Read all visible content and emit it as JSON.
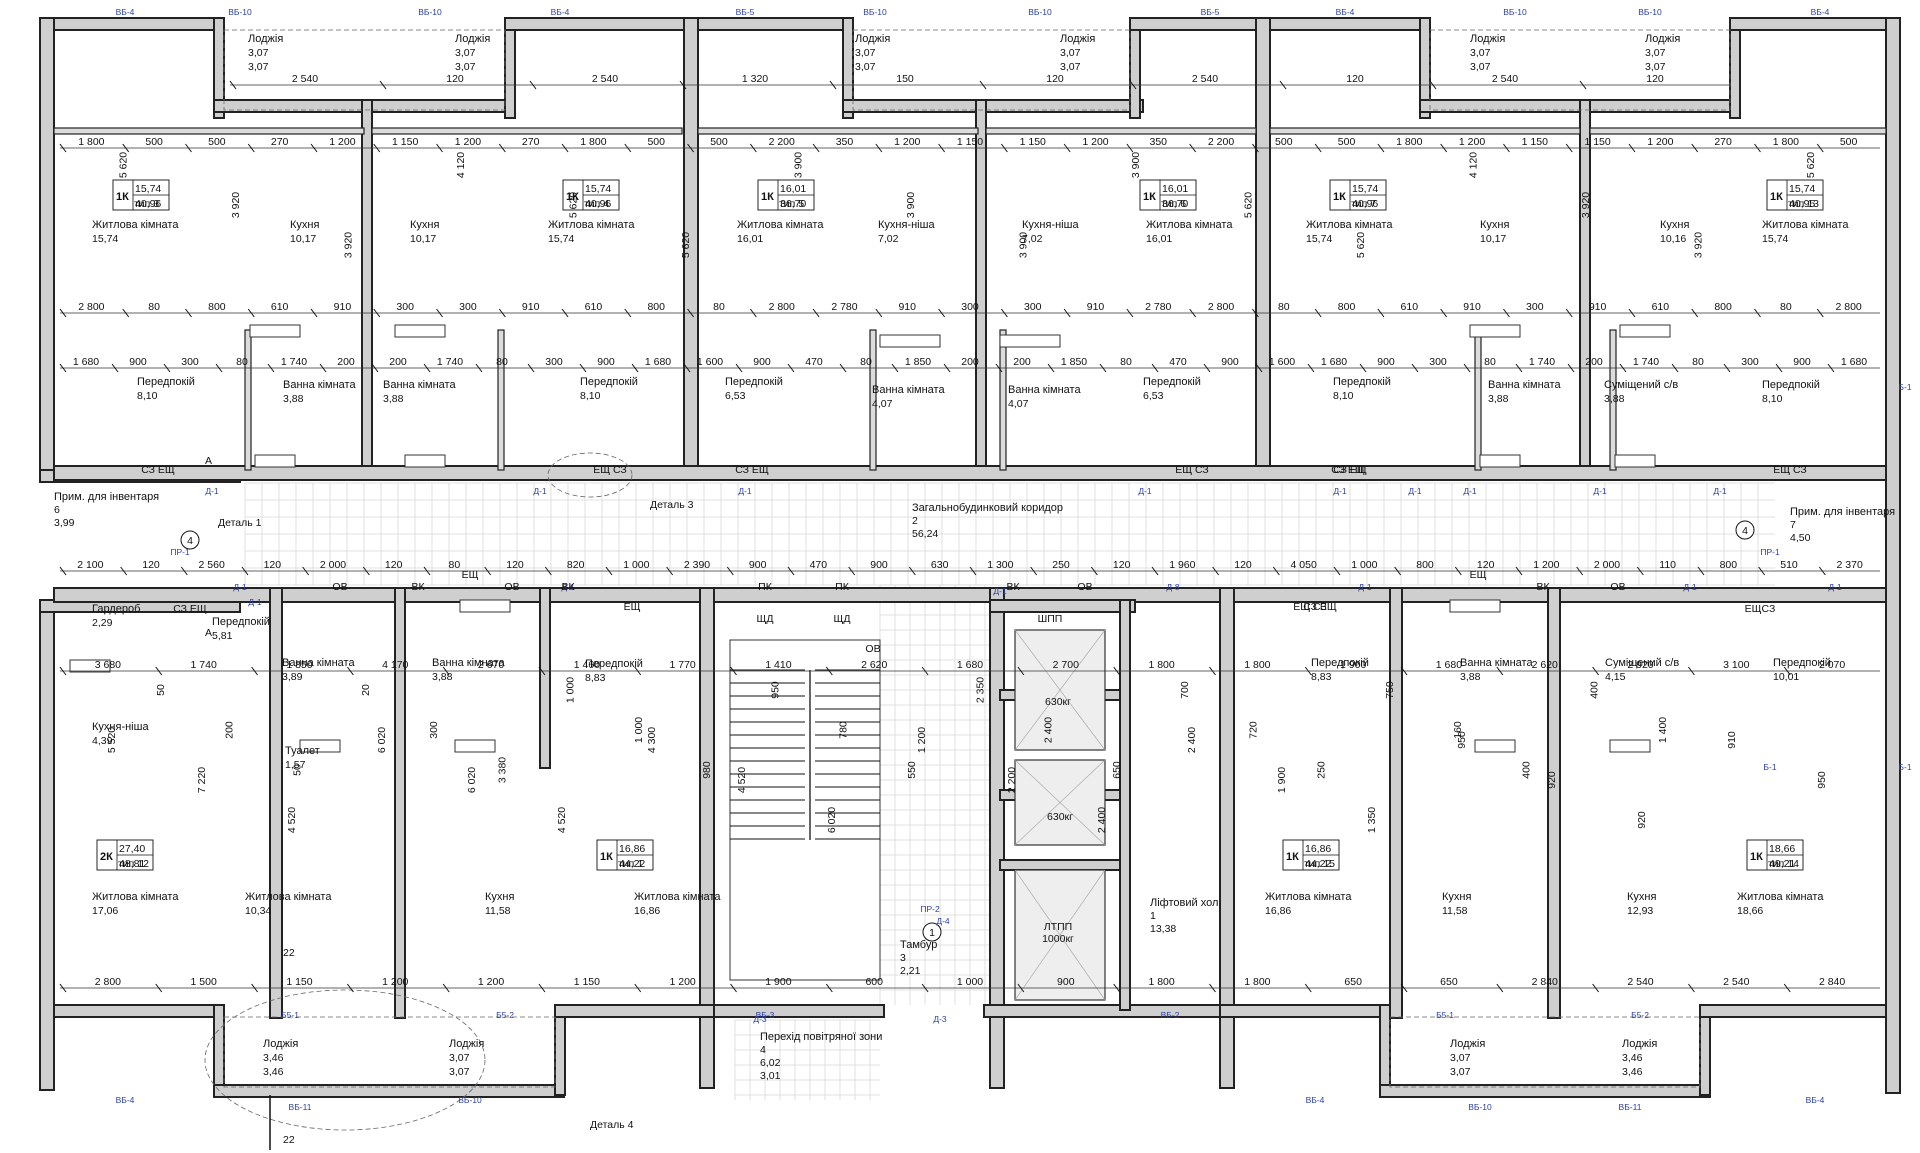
{
  "beams_top": [
    {
      "id": "bb-t1",
      "text": "ВБ-4"
    },
    {
      "id": "bb-t2",
      "text": "ВБ-10"
    },
    {
      "id": "bb-t3",
      "text": "ВБ-10"
    },
    {
      "id": "bb-t4",
      "text": "ВБ-4"
    },
    {
      "id": "bb-t5",
      "text": "ВБ-5"
    },
    {
      "id": "bb-t6",
      "text": "ВБ-10"
    },
    {
      "id": "bb-t7",
      "text": "ВБ-10"
    },
    {
      "id": "bb-t8",
      "text": "ВБ-5"
    },
    {
      "id": "bb-t9",
      "text": "ВБ-4"
    },
    {
      "id": "bb-t10",
      "text": "ВБ-10"
    },
    {
      "id": "bb-t11",
      "text": "ВБ-10"
    },
    {
      "id": "bb-t12",
      "text": "ВБ-4"
    }
  ],
  "beams_bottom": [
    {
      "id": "bb-b1",
      "text": "ВБ-4"
    },
    {
      "id": "bb-b2",
      "text": "ВБ-11"
    },
    {
      "id": "bb-b3",
      "text": "ВБ-10"
    },
    {
      "id": "bb-b4",
      "text": "ВБ-4"
    },
    {
      "id": "bb-b5",
      "text": "ВБ-10"
    },
    {
      "id": "bb-b6",
      "text": "ВБ-11"
    },
    {
      "id": "bb-b7",
      "text": "ВБ-4"
    },
    {
      "id": "bb-b8",
      "text": "ВБ-2"
    },
    {
      "id": "bb-b9",
      "text": "ВБ-3"
    },
    {
      "id": "bb-b10",
      "text": "Б5-1"
    },
    {
      "id": "bb-b11",
      "text": "Б5-2"
    },
    {
      "id": "bb-b12",
      "text": "Б5-1"
    },
    {
      "id": "bb-b13",
      "text": "Б5-2"
    }
  ],
  "apartments": [
    {
      "rooms": "1К",
      "living": "15,74",
      "type": "тип 3",
      "total": "40,96"
    },
    {
      "rooms": "1К",
      "living": "15,74",
      "type": "тип 4",
      "total": "40,96"
    },
    {
      "rooms": "1К",
      "living": "16,01",
      "type": "тип 5",
      "total": "36,70"
    },
    {
      "rooms": "1К",
      "living": "16,01",
      "type": "тип 6",
      "total": "36,70"
    },
    {
      "rooms": "1К",
      "living": "15,74",
      "type": "тип 7",
      "total": "40,96"
    },
    {
      "rooms": "1К",
      "living": "15,74",
      "type": "тип 13",
      "total": "40,95"
    },
    {
      "rooms": "2К",
      "living": "27,40",
      "type": "тип 12",
      "total": "48,81"
    },
    {
      "rooms": "1К",
      "living": "16,86",
      "type": "тип 1",
      "total": "44,22"
    },
    {
      "rooms": "1К",
      "living": "16,86",
      "type": "тип 15",
      "total": "44,22"
    },
    {
      "rooms": "1К",
      "living": "18,66",
      "type": "тип 14",
      "total": "49,21"
    }
  ],
  "rooms": [
    {
      "id": "r1",
      "name": "Лоджія",
      "area": "3,07",
      "area2": "3,07"
    },
    {
      "id": "r2",
      "name": "Лоджія",
      "area": "3,07",
      "area2": "3,07"
    },
    {
      "id": "r3",
      "name": "Лоджія",
      "area": "3,07",
      "area2": "3,07"
    },
    {
      "id": "r4",
      "name": "Лоджія",
      "area": "3,07",
      "area2": "3,07"
    },
    {
      "id": "r5",
      "name": "Лоджія",
      "area": "3,07",
      "area2": "3,07"
    },
    {
      "id": "r6",
      "name": "Лоджія",
      "area": "3,07",
      "area2": "3,07"
    },
    {
      "id": "r7",
      "name": "Житлова кімната",
      "area": "15,74"
    },
    {
      "id": "r8",
      "name": "Кухня",
      "area": "10,17"
    },
    {
      "id": "r9",
      "name": "Кухня",
      "area": "10,17"
    },
    {
      "id": "r10",
      "name": "Житлова кімната",
      "area": "15,74"
    },
    {
      "id": "r11",
      "name": "Житлова кімната",
      "area": "16,01"
    },
    {
      "id": "r12",
      "name": "Кухня-ніша",
      "area": "7,02"
    },
    {
      "id": "r13",
      "name": "Кухня-ніша",
      "area": "7,02"
    },
    {
      "id": "r14",
      "name": "Житлова кімната",
      "area": "16,01"
    },
    {
      "id": "r15",
      "name": "Житлова кімната",
      "area": "15,74"
    },
    {
      "id": "r16",
      "name": "Кухня",
      "area": "10,17"
    },
    {
      "id": "r17",
      "name": "Кухня",
      "area": "10,16"
    },
    {
      "id": "r18",
      "name": "Житлова кімната",
      "area": "15,74"
    },
    {
      "id": "r19",
      "name": "Передпокій",
      "area": "8,10"
    },
    {
      "id": "r20",
      "name": "Ванна кімната",
      "area": "3,88"
    },
    {
      "id": "r21",
      "name": "Ванна кімната",
      "area": "3,88"
    },
    {
      "id": "r22",
      "name": "Передпокій",
      "area": "8,10"
    },
    {
      "id": "r23",
      "name": "Передпокій",
      "area": "6,53"
    },
    {
      "id": "r24",
      "name": "Ванна кімната",
      "area": "4,07"
    },
    {
      "id": "r25",
      "name": "Ванна кімната",
      "area": "4,07"
    },
    {
      "id": "r26",
      "name": "Передпокій",
      "area": "6,53"
    },
    {
      "id": "r27",
      "name": "Передпокій",
      "area": "8,10"
    },
    {
      "id": "r28",
      "name": "Ванна кімната",
      "area": "3,88"
    },
    {
      "id": "r29",
      "name": "Суміщений с/в",
      "area": "3,88"
    },
    {
      "id": "r30",
      "name": "Передпокій",
      "area": "8,10"
    },
    {
      "id": "r31",
      "name": "Прим. для інвентаря",
      "area": "3,99",
      "num": "6"
    },
    {
      "id": "r32",
      "name": "Загальнобудинковий коридор",
      "num": "2",
      "area": "56,24"
    },
    {
      "id": "r33",
      "name": "Прим. для інвентаря",
      "num": "7",
      "area": "4,50"
    },
    {
      "id": "r34",
      "name": "Гардероб",
      "area": "2,29"
    },
    {
      "id": "r35",
      "name": "Передпокій",
      "area": "5,81"
    },
    {
      "id": "r36",
      "name": "Ванна кімната",
      "area": "3,89"
    },
    {
      "id": "r37",
      "name": "Ванна кімната",
      "area": "3,88"
    },
    {
      "id": "r38",
      "name": "Передпокій",
      "area": "8,83"
    },
    {
      "id": "r39",
      "name": "Кухня-ніша",
      "area": "4,39"
    },
    {
      "id": "r40",
      "name": "Туалет",
      "area": "1,57"
    },
    {
      "id": "r41",
      "name": "Передпокій",
      "area": "8,83"
    },
    {
      "id": "r42",
      "name": "Ванна кімната",
      "area": "3,88"
    },
    {
      "id": "r43",
      "name": "Суміщений с/в",
      "area": "4,15"
    },
    {
      "id": "r44",
      "name": "Передпокій",
      "area": "10,01"
    },
    {
      "id": "r45",
      "name": "Житлова кімната",
      "area": "17,06"
    },
    {
      "id": "r46",
      "name": "Житлова кімната",
      "area": "10,34"
    },
    {
      "id": "r47",
      "name": "Кухня",
      "area": "11,58"
    },
    {
      "id": "r48",
      "name": "Житлова кімната",
      "area": "16,86"
    },
    {
      "id": "r49",
      "name": "Тамбур",
      "num": "3",
      "area": "2,21"
    },
    {
      "id": "r50",
      "name": "Ліфтовий хол",
      "num": "1",
      "area": "13,38"
    },
    {
      "id": "r51",
      "name": "Житлова кімната",
      "area": "16,86"
    },
    {
      "id": "r52",
      "name": "Кухня",
      "area": "11,58"
    },
    {
      "id": "r53",
      "name": "Кухня",
      "area": "12,93"
    },
    {
      "id": "r54",
      "name": "Житлова кімната",
      "area": "18,66"
    },
    {
      "id": "r55",
      "name": "Лоджія",
      "area": "3,46",
      "area2": "3,46"
    },
    {
      "id": "r56",
      "name": "Лоджія",
      "area": "3,07",
      "area2": "3,07"
    },
    {
      "id": "r57",
      "name": "Перехід повітряної зони",
      "num": "4",
      "area": "6,02",
      "area2": "3,01"
    },
    {
      "id": "r58",
      "name": "Лоджія",
      "area": "3,07",
      "area2": "3,07"
    },
    {
      "id": "r59",
      "name": "Лоджія",
      "area": "3,46",
      "area2": "3,46"
    }
  ],
  "elevators": [
    {
      "id": "lift1",
      "text": "630кг"
    },
    {
      "id": "lift2",
      "text": "630кг"
    },
    {
      "id": "lift3",
      "text": "ЛТПП",
      "text2": "1000кг"
    }
  ],
  "shafts": {
    "top": "ШПП",
    "sh1": "ЩД",
    "sh2": "ЩД",
    "pk1": "ПК",
    "pk2": "ПК",
    "ov": "ОВ"
  },
  "details": [
    {
      "id": "det1",
      "text": "Деталь 1"
    },
    {
      "id": "det3",
      "text": "Деталь 3"
    },
    {
      "id": "det4",
      "text": "Деталь 4"
    }
  ],
  "axis_circles": [
    {
      "id": "ax4a",
      "text": "4"
    },
    {
      "id": "ax4b",
      "text": "4"
    },
    {
      "id": "ax1",
      "text": "1"
    }
  ],
  "section_marks": [
    {
      "id": "secA1",
      "text": "А"
    },
    {
      "id": "secA2",
      "text": "А"
    },
    {
      "id": "sec22a",
      "text": "22"
    },
    {
      "id": "sec22b",
      "text": "22"
    }
  ],
  "dimensions": [
    "1 800",
    "500",
    "500",
    "270",
    "1 200",
    "1 150",
    "1 200",
    "270",
    "1 800",
    "500",
    "500",
    "2 200",
    "350",
    "1 200",
    "1 150",
    "1 150",
    "1 200",
    "350",
    "2 200",
    "500",
    "500",
    "1 800",
    "1 200",
    "1 150",
    "1 150",
    "1 200",
    "270",
    "1 800",
    "500",
    "5 620",
    "3 920",
    "3 920",
    "4 120",
    "5 620",
    "5 620",
    "3 900",
    "3 900",
    "3 900",
    "3 900",
    "5 620",
    "5 620",
    "4 120",
    "3 920",
    "3 920",
    "5 620",
    "2 800",
    "80",
    "800",
    "610",
    "910",
    "300",
    "300",
    "910",
    "610",
    "800",
    "80",
    "2 800",
    "2 780",
    "910",
    "300",
    "300",
    "910",
    "2 780",
    "2 800",
    "80",
    "800",
    "610",
    "910",
    "300",
    "910",
    "610",
    "800",
    "80",
    "2 800",
    "1 680",
    "900",
    "300",
    "80",
    "1 740",
    "200",
    "200",
    "1 740",
    "80",
    "300",
    "900",
    "1 680",
    "1 600",
    "900",
    "470",
    "80",
    "1 850",
    "200",
    "200",
    "1 850",
    "80",
    "470",
    "900",
    "1 600",
    "1 680",
    "900",
    "300",
    "80",
    "1 740",
    "200",
    "1 740",
    "80",
    "300",
    "900",
    "1 680",
    "2 100",
    "120",
    "2 560",
    "120",
    "2 000",
    "120",
    "80",
    "120",
    "820",
    "1 000",
    "2 390",
    "900",
    "470",
    "900",
    "630",
    "1 300",
    "250",
    "120",
    "1 960",
    "120",
    "4 050",
    "1 000",
    "800",
    "120",
    "1 200",
    "2 000",
    "110",
    "800",
    "510",
    "2 370",
    "3 680",
    "1 740",
    "1 850",
    "4 170",
    "2 670",
    "1 460",
    "1 770",
    "1 410",
    "2 620",
    "1 680",
    "2 700",
    "1 800",
    "1 800",
    "1 900",
    "1 680",
    "2 620",
    "2 920",
    "3 100",
    "2 070",
    "2 800",
    "1 500",
    "1 150",
    "1 200",
    "1 200",
    "1 150",
    "1 200",
    "1 900",
    "600",
    "1 000",
    "900",
    "1 800",
    "1 800",
    "650",
    "650",
    "2 840",
    "2 540",
    "2 540",
    "2 840",
    "2 540",
    "120",
    "2 540",
    "1 320",
    "150",
    "120",
    "2 540",
    "120",
    "2 540",
    "120",
    "5 520",
    "7 220",
    "4 520",
    "6 020",
    "6 020",
    "4 520",
    "4 300",
    "4 520",
    "6 020",
    "1 200",
    "2 200",
    "2 400",
    "2 400",
    "1 900",
    "1 350",
    "950",
    "920",
    "920",
    "910",
    "950",
    "50",
    "200",
    "50",
    "20",
    "300",
    "3 380",
    "1 000",
    "1 000",
    "980",
    "950",
    "780",
    "550",
    "2 350",
    "2 400",
    "650",
    "700",
    "720",
    "250",
    "750",
    "160",
    "400",
    "400",
    "1 400"
  ],
  "door_tags": [
    "Д-1",
    "Д-1",
    "Д-1",
    "Д-1",
    "Д-1",
    "Д-1",
    "Д-1",
    "Д-1",
    "Д-1",
    "Д-1",
    "Д-1",
    "Д-1",
    "Д-1",
    "Д-1",
    "Д-1",
    "Д-1",
    "Д-3",
    "Д-3",
    "Д-4",
    "Д-8",
    "ПР-1",
    "ПР-1",
    "ПР-2",
    "Б-1",
    "Б-1",
    "Б-1"
  ],
  "utility_tags": [
    "СЗ ЕЩ",
    "СЗ ЕЩ",
    "ЕЩ СЗ",
    "СЗ ЕЩ",
    "ЕЩ СЗ",
    "СЗ ЕЩ",
    "ЕЩ СЗ",
    "ОВ",
    "ВК",
    "ЕЩ",
    "ОВ",
    "ВК",
    "ЕЩ",
    "ЕЩ СЗ",
    "СЗ ЕЩ",
    "ЕЩ",
    "ВК",
    "ОВ",
    "ВК",
    "ОВ",
    "ЕЩСЗ",
    "СЗ ЕЩ"
  ]
}
